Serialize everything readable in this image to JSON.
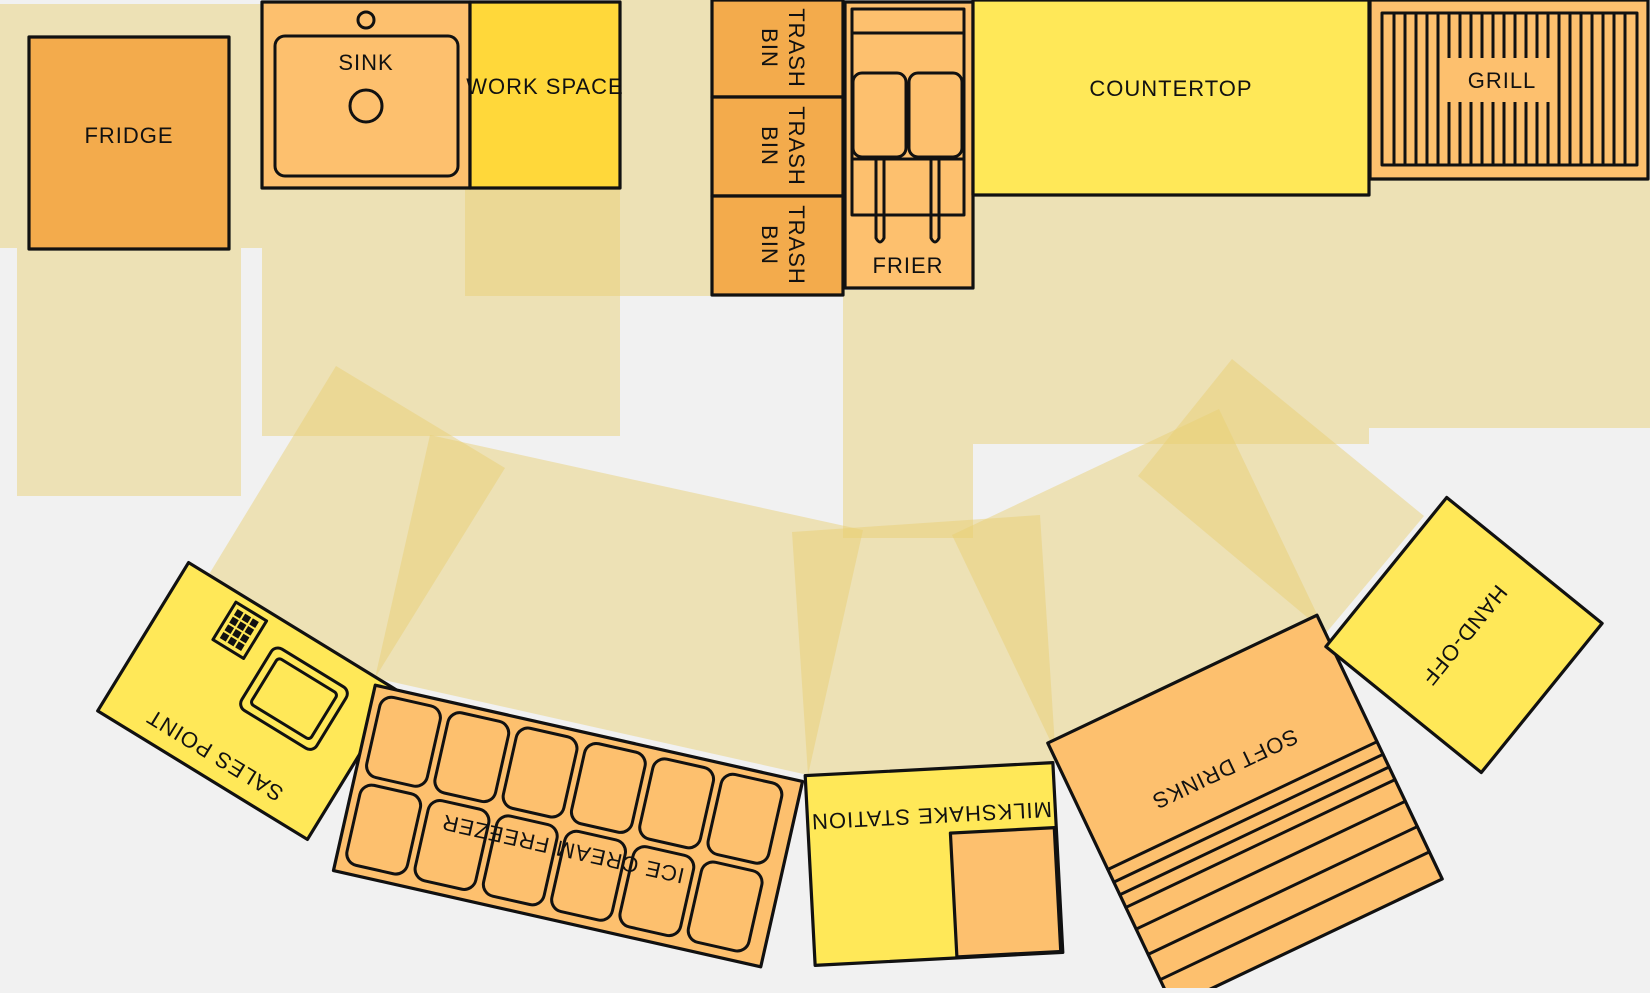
{
  "title": "",
  "colors": {
    "background": "#f1f1f1",
    "zone": "#e9cf74",
    "equipment_light": "#fdc06e",
    "equipment_mid": "#f3ab4c",
    "workspace": "#ffd83a",
    "counter": "#ffe858",
    "outline": "#111111"
  },
  "stations": {
    "fridge": "FRIDGE",
    "sink": "SINK",
    "work_space": "WORK SPACE",
    "trash_bin_line1": "TRASH",
    "trash_bin_line2": "BIN",
    "frier": "FRIER",
    "countertop": "COUNTERTOP",
    "grill": "GRILL",
    "sales_point": "SALES POINT",
    "ice_cream_freezer": "ICE CREAM FREEZER",
    "milkshake_station": "MILKSHAKE STATION",
    "soft_drinks": "SOFT DRINKS",
    "hand_off": "HAND-OFF"
  },
  "icons": {
    "sales_point": [
      "keypad-icon",
      "card-terminal-icon"
    ],
    "sink": [
      "faucet-icon",
      "drain-icon"
    ],
    "frier": [
      "fry-basket-icon"
    ],
    "grill": [
      "grill-grate-icon"
    ]
  }
}
